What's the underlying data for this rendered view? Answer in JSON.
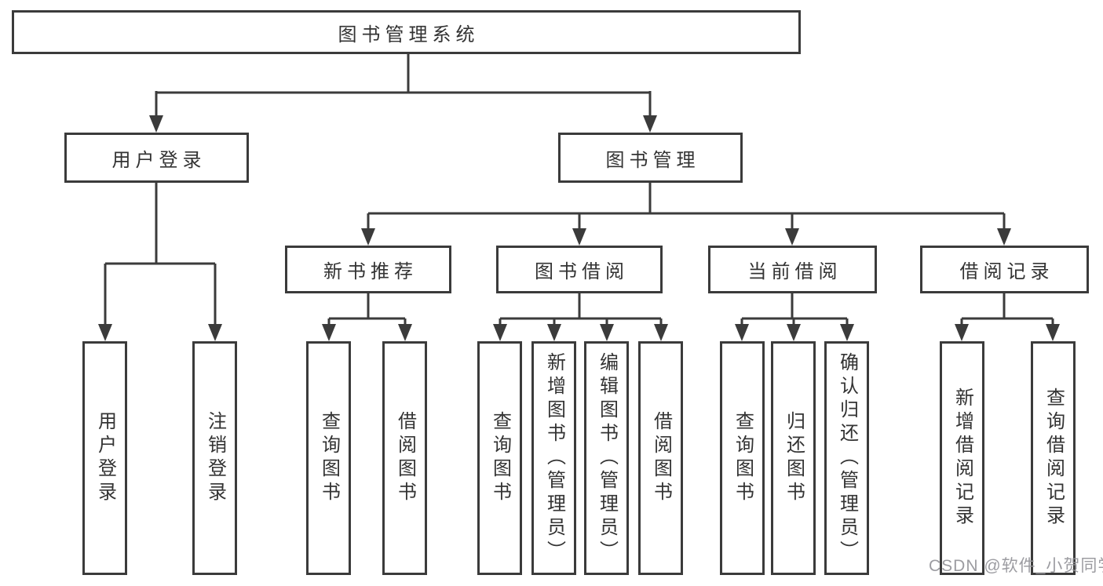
{
  "diagram": {
    "root": {
      "label": "图书管理系统",
      "children": [
        {
          "label": "用户登录",
          "children": [
            {
              "label": "用户登录"
            },
            {
              "label": "注销登录"
            }
          ]
        },
        {
          "label": "图书管理",
          "children": [
            {
              "label": "新书推荐",
              "children": [
                {
                  "label": "查询图书"
                },
                {
                  "label": "借阅图书"
                }
              ]
            },
            {
              "label": "图书借阅",
              "children": [
                {
                  "label": "查询图书"
                },
                {
                  "label": "新增图书（管理员）"
                },
                {
                  "label": "编辑图书（管理员）"
                },
                {
                  "label": "借阅图书"
                }
              ]
            },
            {
              "label": "当前借阅",
              "children": [
                {
                  "label": "查询图书"
                },
                {
                  "label": "归还图书"
                },
                {
                  "label": "确认归还（管理员）"
                }
              ]
            },
            {
              "label": "借阅记录",
              "children": [
                {
                  "label": "新增借阅记录"
                },
                {
                  "label": "查询借阅记录"
                }
              ]
            }
          ]
        }
      ]
    }
  },
  "colors": {
    "line": "#3b3b3b",
    "text": "#333333",
    "watermark": "#949499"
  },
  "watermark": {
    "text": "CSDN @软件_小贺同学"
  }
}
